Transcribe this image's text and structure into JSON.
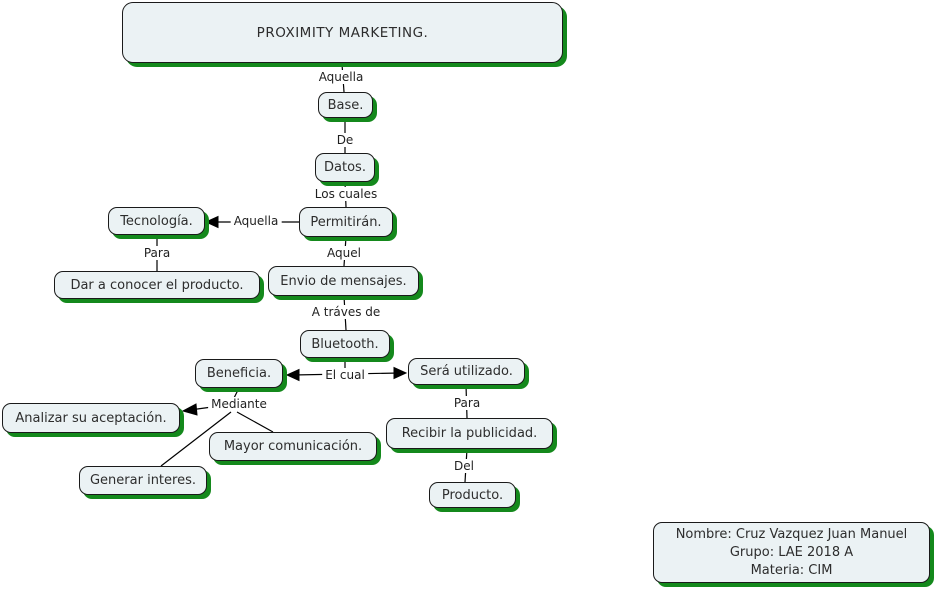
{
  "colors": {
    "node_fill": "#ebf2f4",
    "node_border": "#1a1a1a",
    "shadow_green": "#14891c",
    "line_black": "#000000",
    "background": "#ffffff"
  },
  "nodes": {
    "title": {
      "label": "PROXIMITY MARKETING."
    },
    "base": {
      "label": "Base."
    },
    "datos": {
      "label": "Datos."
    },
    "permitiran": {
      "label": "Permitirán."
    },
    "tecnologia": {
      "label": "Tecnología."
    },
    "dar_a_conocer": {
      "label": "Dar a conocer el producto."
    },
    "envio_mensajes": {
      "label": "Envio de mensajes."
    },
    "bluetooth": {
      "label": "Bluetooth."
    },
    "beneficia": {
      "label": "Beneficia."
    },
    "sera_utilizado": {
      "label": "Será utilizado."
    },
    "analizar": {
      "label": "Analizar su aceptación."
    },
    "mayor_comunicacion": {
      "label": "Mayor comunicación."
    },
    "generar_interes": {
      "label": "Generar interes."
    },
    "recibir_publicidad": {
      "label": "Recibir la publicidad."
    },
    "producto": {
      "label": "Producto."
    }
  },
  "link_labels": {
    "aquella_top": "Aquella",
    "de": "De",
    "los_cuales": "Los cuales",
    "aquella_mid": "Aquella",
    "para_left": "Para",
    "aquel": "Aquel",
    "a_traves_de": "A tráves de",
    "el_cual": "El cual",
    "mediante": "Mediante",
    "para_right": "Para",
    "del": "Del"
  },
  "info_box": {
    "nombre": "Nombre: Cruz Vazquez Juan Manuel",
    "grupo": "Grupo: LAE 2018 A",
    "materia": "Materia: CIM"
  }
}
